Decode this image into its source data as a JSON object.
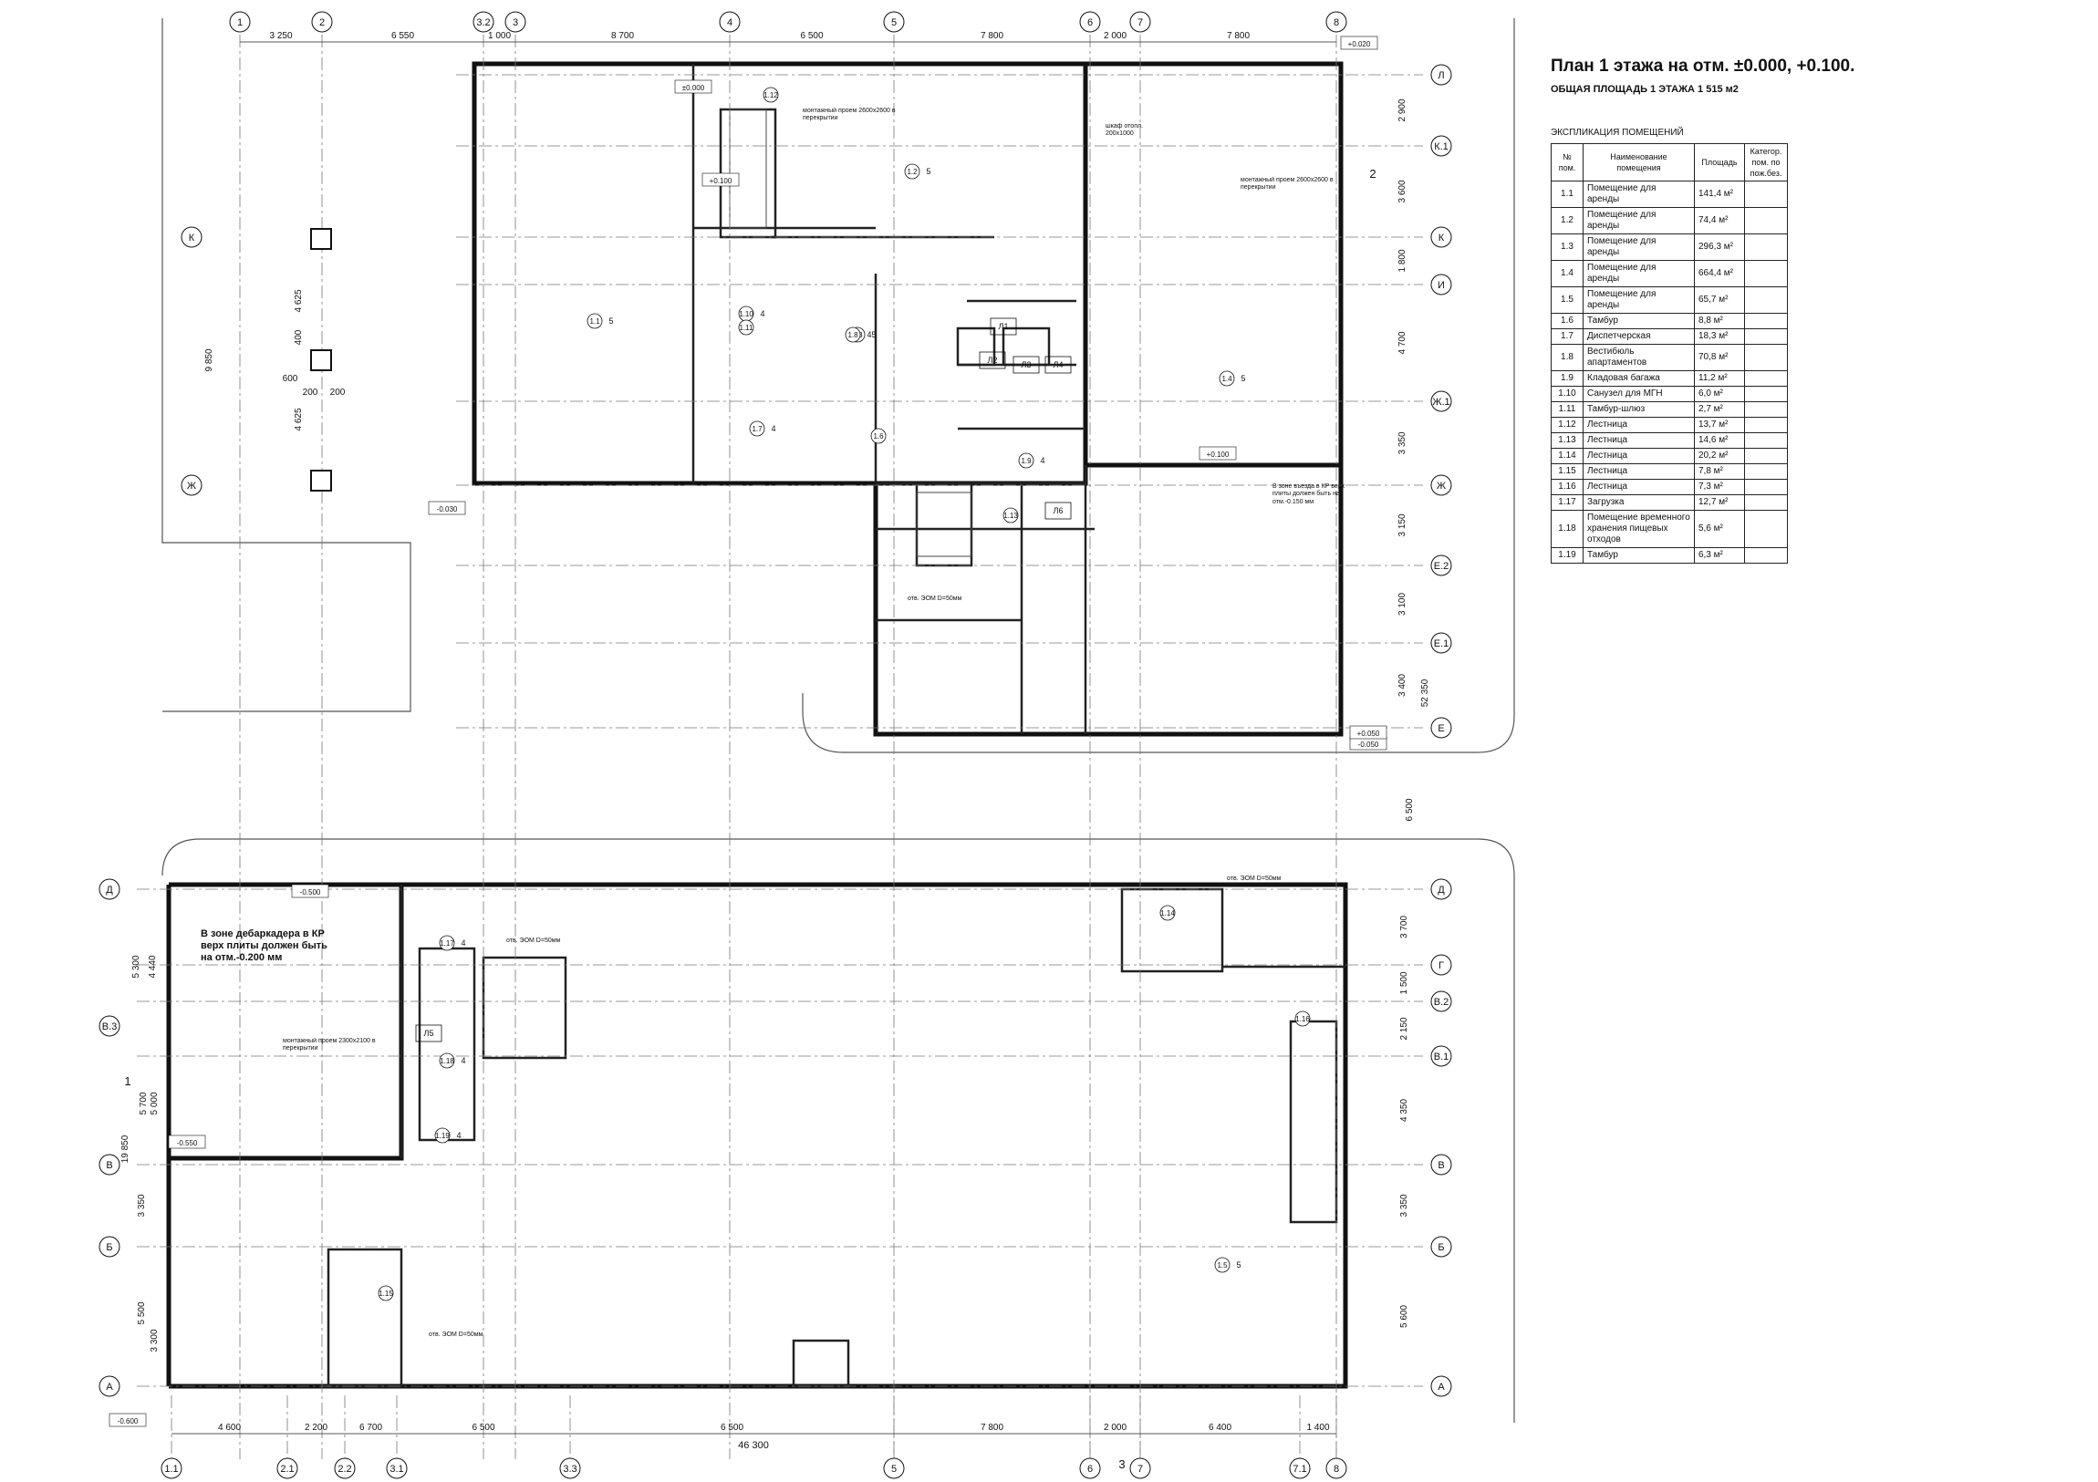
{
  "title": "План 1 этажа на отм. ±0.000, +0.100.",
  "subtitle": "ОБЩАЯ ПЛОЩАДЬ 1 ЭТАЖА 1 515 м2",
  "explication": {
    "caption": "ЭКСПЛИКАЦИЯ ПОМЕЩЕНИЙ",
    "headers": [
      "№ пом.",
      "Наименование помещения",
      "Площадь",
      "Категор. пом. по пож.без."
    ],
    "rows": [
      {
        "num": "1.1",
        "name": "Помещение для аренды",
        "area": "141,4 м²"
      },
      {
        "num": "1.2",
        "name": "Помещение для аренды",
        "area": "74,4 м²"
      },
      {
        "num": "1.3",
        "name": "Помещение для аренды",
        "area": "296,3 м²"
      },
      {
        "num": "1.4",
        "name": "Помещение для аренды",
        "area": "664,4 м²"
      },
      {
        "num": "1.5",
        "name": "Помещение для аренды",
        "area": "65,7 м²"
      },
      {
        "num": "1.6",
        "name": "Тамбур",
        "area": "8,8 м²"
      },
      {
        "num": "1.7",
        "name": "Диспетчерская",
        "area": "18,3 м²"
      },
      {
        "num": "1.8",
        "name": "Вестибюль апартаментов",
        "area": "70,8 м²"
      },
      {
        "num": "1.9",
        "name": "Кладовая багажа",
        "area": "11,2 м²"
      },
      {
        "num": "1.10",
        "name": "Санузел для МГН",
        "area": "6,0 м²"
      },
      {
        "num": "1.11",
        "name": "Тамбур-шлюз",
        "area": "2,7 м²"
      },
      {
        "num": "1.12",
        "name": "Лестница",
        "area": "13,7 м²"
      },
      {
        "num": "1.13",
        "name": "Лестница",
        "area": "14,6 м²"
      },
      {
        "num": "1.14",
        "name": "Лестница",
        "area": "20,2 м²"
      },
      {
        "num": "1.15",
        "name": "Лестница",
        "area": "7,8 м²"
      },
      {
        "num": "1.16",
        "name": "Лестница",
        "area": "7,3 м²"
      },
      {
        "num": "1.17",
        "name": "Загрузка",
        "area": "12,7 м²"
      },
      {
        "num": "1.18",
        "name": "Помещение временного хранения пищевых отходов",
        "area": "5,6 м²"
      },
      {
        "num": "1.19",
        "name": "Тамбур",
        "area": "6,3 м²"
      }
    ]
  },
  "axes": {
    "top_axes": [
      "1",
      "2",
      "3.2",
      "3",
      "4",
      "5",
      "6",
      "7",
      "8"
    ],
    "top_dims": [
      "3 250",
      "6 550",
      "1 000",
      "8 700",
      "6 500",
      "7 800",
      "2 000",
      "7 800"
    ],
    "bottom_axes": [
      "1.1",
      "2.1",
      "2.2",
      "3.1",
      "3.3",
      "5",
      "6",
      "7",
      "7.1",
      "8"
    ],
    "bottom_dims": [
      "4 600",
      "2 200",
      "6 700",
      "6 500",
      "6 500",
      "7 800",
      "2 000",
      "6 400",
      "1 400"
    ],
    "bottom_total": "46 300",
    "right_upper_axes": [
      "Л",
      "К.1",
      "К",
      "И",
      "Ж.1",
      "Ж",
      "Е.2",
      "Е.1",
      "Е"
    ],
    "right_upper_dims": [
      "2 900",
      "3 600",
      "1 800",
      "4 700",
      "3 350",
      "3 150",
      "3 100",
      "3 400"
    ],
    "right_total": "52 350",
    "right_gap": "6 500",
    "right_lower_axes": [
      "Д",
      "Г",
      "В.2",
      "В.1",
      "В",
      "Б",
      "А"
    ],
    "right_lower_dims": [
      "3 700",
      "1 500",
      "2 150",
      "4 350",
      "3 350",
      "5 600"
    ],
    "left_upper_axes": [
      "К",
      "Ж"
    ],
    "left_upper_dims": [
      "4 625",
      "400",
      "600",
      "4 625",
      "9 850",
      "200",
      "200"
    ],
    "left_lower_axes": [
      "Д",
      "В.3",
      "В",
      "Б",
      "А"
    ],
    "left_lower_dims": [
      "5 300",
      "4 440",
      "5 700",
      "5 000",
      "3 350",
      "5 500",
      "3 300",
      "19 850"
    ]
  },
  "room_tags": [
    {
      "num": "1.1",
      "cat": "5"
    },
    {
      "num": "1.2",
      "cat": "5"
    },
    {
      "num": "1.3",
      "cat": "5"
    },
    {
      "num": "1.4",
      "cat": "5"
    },
    {
      "num": "1.5",
      "cat": "5"
    },
    {
      "num": "1.6",
      "cat": ""
    },
    {
      "num": "1.7",
      "cat": "4"
    },
    {
      "num": "1.8",
      "cat": "4"
    },
    {
      "num": "1.9",
      "cat": "4"
    },
    {
      "num": "1.10",
      "cat": "4"
    },
    {
      "num": "1.11",
      "cat": ""
    },
    {
      "num": "1.12",
      "cat": ""
    },
    {
      "num": "1.13",
      "cat": ""
    },
    {
      "num": "1.14",
      "cat": ""
    },
    {
      "num": "1.15",
      "cat": ""
    },
    {
      "num": "1.16",
      "cat": ""
    },
    {
      "num": "1.17",
      "cat": "4"
    },
    {
      "num": "1.18",
      "cat": "4"
    },
    {
      "num": "1.19",
      "cat": "4"
    }
  ],
  "lift_tags": [
    "Л1",
    "Л2",
    "Л3",
    "Л4",
    "Л5",
    "Л6"
  ],
  "notes": {
    "dock": "В зоне дебаркадера в КР верх плиты должен быть на отм.-0.200 мм",
    "opening_1": "монтажный проем 2600х2600 в перекрытии",
    "opening_2": "монтажный проем 2600х2600 в перекрытии",
    "opening_3": "монтажный проем 2300х2100 в перекрытии",
    "cabinet": "шкаф отопл. 200х1000",
    "crown": "В зоне въезда в КР верх плиты должен быть на отм.-0.150 мм",
    "zem_1": "отв. ЭОМ D=50мм",
    "zem_2": "отв. ЭОМ D=50мм",
    "zem_3": "отв. ЭОМ D=50мм",
    "zem_4": "отв. ЭОМ D=50мм"
  },
  "levels": {
    "lvl_top": "+0.100",
    "lvl_zero": "±0.000",
    "lvl_m": "-0.500",
    "lvl_m2": "-0.550",
    "lvl_m3": "-0.600",
    "lvl_c": "+0.100",
    "lvl_d": "-0.030",
    "lvl_e": "-0.050",
    "lvl_f": "+0.020",
    "lvl_g": "+0.050"
  },
  "section_marks": [
    "1",
    "2",
    "3"
  ]
}
